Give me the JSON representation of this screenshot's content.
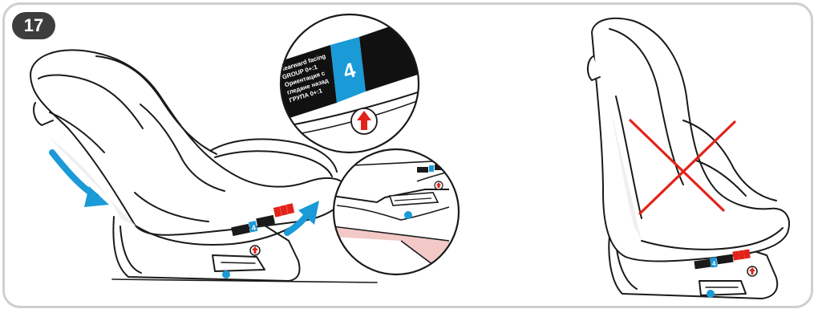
{
  "step": {
    "number": "17"
  },
  "label_zoom": {
    "lines": [
      "Rearward facing",
      "GROUP 0+:1",
      "Ориентация с",
      "гледане назад",
      "ГРУПА 0+:1"
    ],
    "position_number": "4"
  },
  "small_label": {
    "position_number": "4",
    "recline_numbers": [
      "3",
      "2",
      "1"
    ]
  },
  "colors": {
    "accent_blue": "#1a9ad6",
    "arrow_red": "#e2231a",
    "cross_red": "#e2231a",
    "outline": "#1a1a1a",
    "gap_pink": "#f2c9c6",
    "frame": "#cfcfcf",
    "badge": "#3d3d3d"
  },
  "icons": [
    "curved-arrow-down-icon",
    "curved-arrow-up-icon",
    "red-up-arrow-icon",
    "cross-icon"
  ]
}
